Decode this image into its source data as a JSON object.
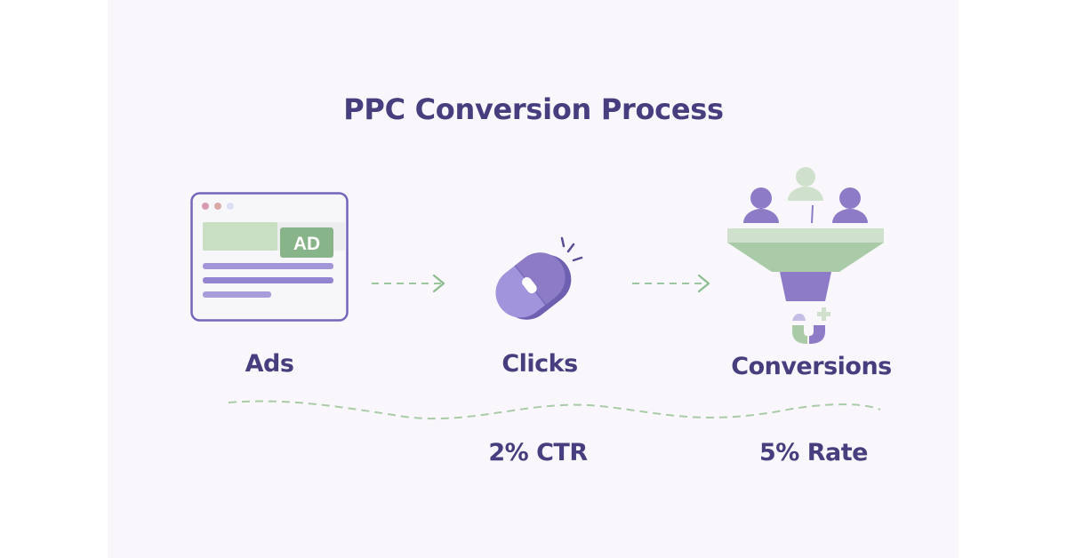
{
  "title": "PPC Conversion Process",
  "steps": [
    {
      "label": "Ads",
      "icon": "browser-ad-icon",
      "badge": "AD"
    },
    {
      "label": "Clicks",
      "icon": "mouse-icon"
    },
    {
      "label": "Conversions",
      "icon": "funnel-icon"
    }
  ],
  "metrics": [
    {
      "value": "2% CTR"
    },
    {
      "value": "5% Rate"
    }
  ],
  "colors": {
    "background": "#f9f7fb",
    "text": "#463e7e",
    "purple": "#8d7bc8",
    "purple_dark": "#6e5fb0",
    "green": "#9cc69f",
    "green_light": "#cfe1cc",
    "outline": "#7566bd"
  }
}
